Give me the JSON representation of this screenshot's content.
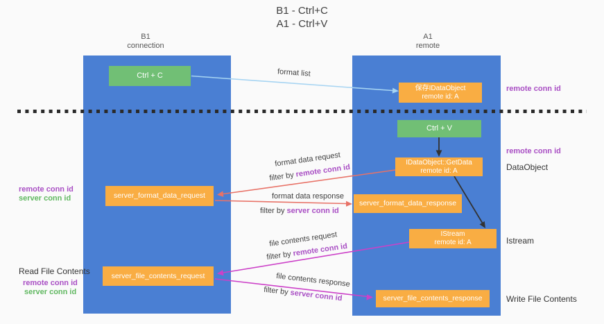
{
  "title": {
    "line1": "B1 - Ctrl+C",
    "line2": "A1 - Ctrl+V"
  },
  "columns": {
    "left": {
      "name": "B1",
      "role": "connection"
    },
    "right": {
      "name": "A1",
      "role": "remote"
    }
  },
  "nodes": {
    "ctrl_c": {
      "label": "Ctrl + C"
    },
    "save_idataobject": {
      "line1": "保存IDataObject",
      "line2": "remote id: A"
    },
    "ctrl_v": {
      "label": "Ctrl + V"
    },
    "getdata": {
      "line1": "IDataObject::GetData",
      "line2": "remote id: A"
    },
    "istream_box": {
      "line1": "IStream",
      "line2": "remote id: A"
    },
    "server_format_data_request": {
      "label": "server_format_data_request"
    },
    "server_format_data_response": {
      "label": "server_format_data_response"
    },
    "server_file_contents_request": {
      "label": "server_file_contents_request"
    },
    "server_file_contents_response": {
      "label": "server_file_contents_response"
    }
  },
  "arrow_labels": {
    "format_list": "format list",
    "format_data_request": "format data request",
    "format_data_response": "format data response",
    "file_contents_request": "file contents request",
    "file_contents_response": "file contents response",
    "filter_by": "filter by",
    "remote_conn_id": "remote conn id",
    "server_conn_id": "server conn id"
  },
  "side_labels": {
    "remote_conn_id": "remote conn id",
    "server_conn_id": "server conn id",
    "data_object": "DataObject",
    "istream": "Istream",
    "read_file_contents": "Read File Contents",
    "write_file_contents": "Write File Contents"
  },
  "colors": {
    "bg": "#fafafa",
    "column-blue": "#4a7fd3",
    "box-green": "#71bf75",
    "box-orange": "#f9ad43",
    "text-purple": "#a94fc4",
    "text-green": "#61b861",
    "text-dark": "#404040",
    "arrow-red": "#e87267",
    "arrow-magenta": "#cc41c8",
    "arrow-blue": "#a6d4f2",
    "arrow-black": "#333333",
    "dash-black": "#2a2a2a"
  }
}
